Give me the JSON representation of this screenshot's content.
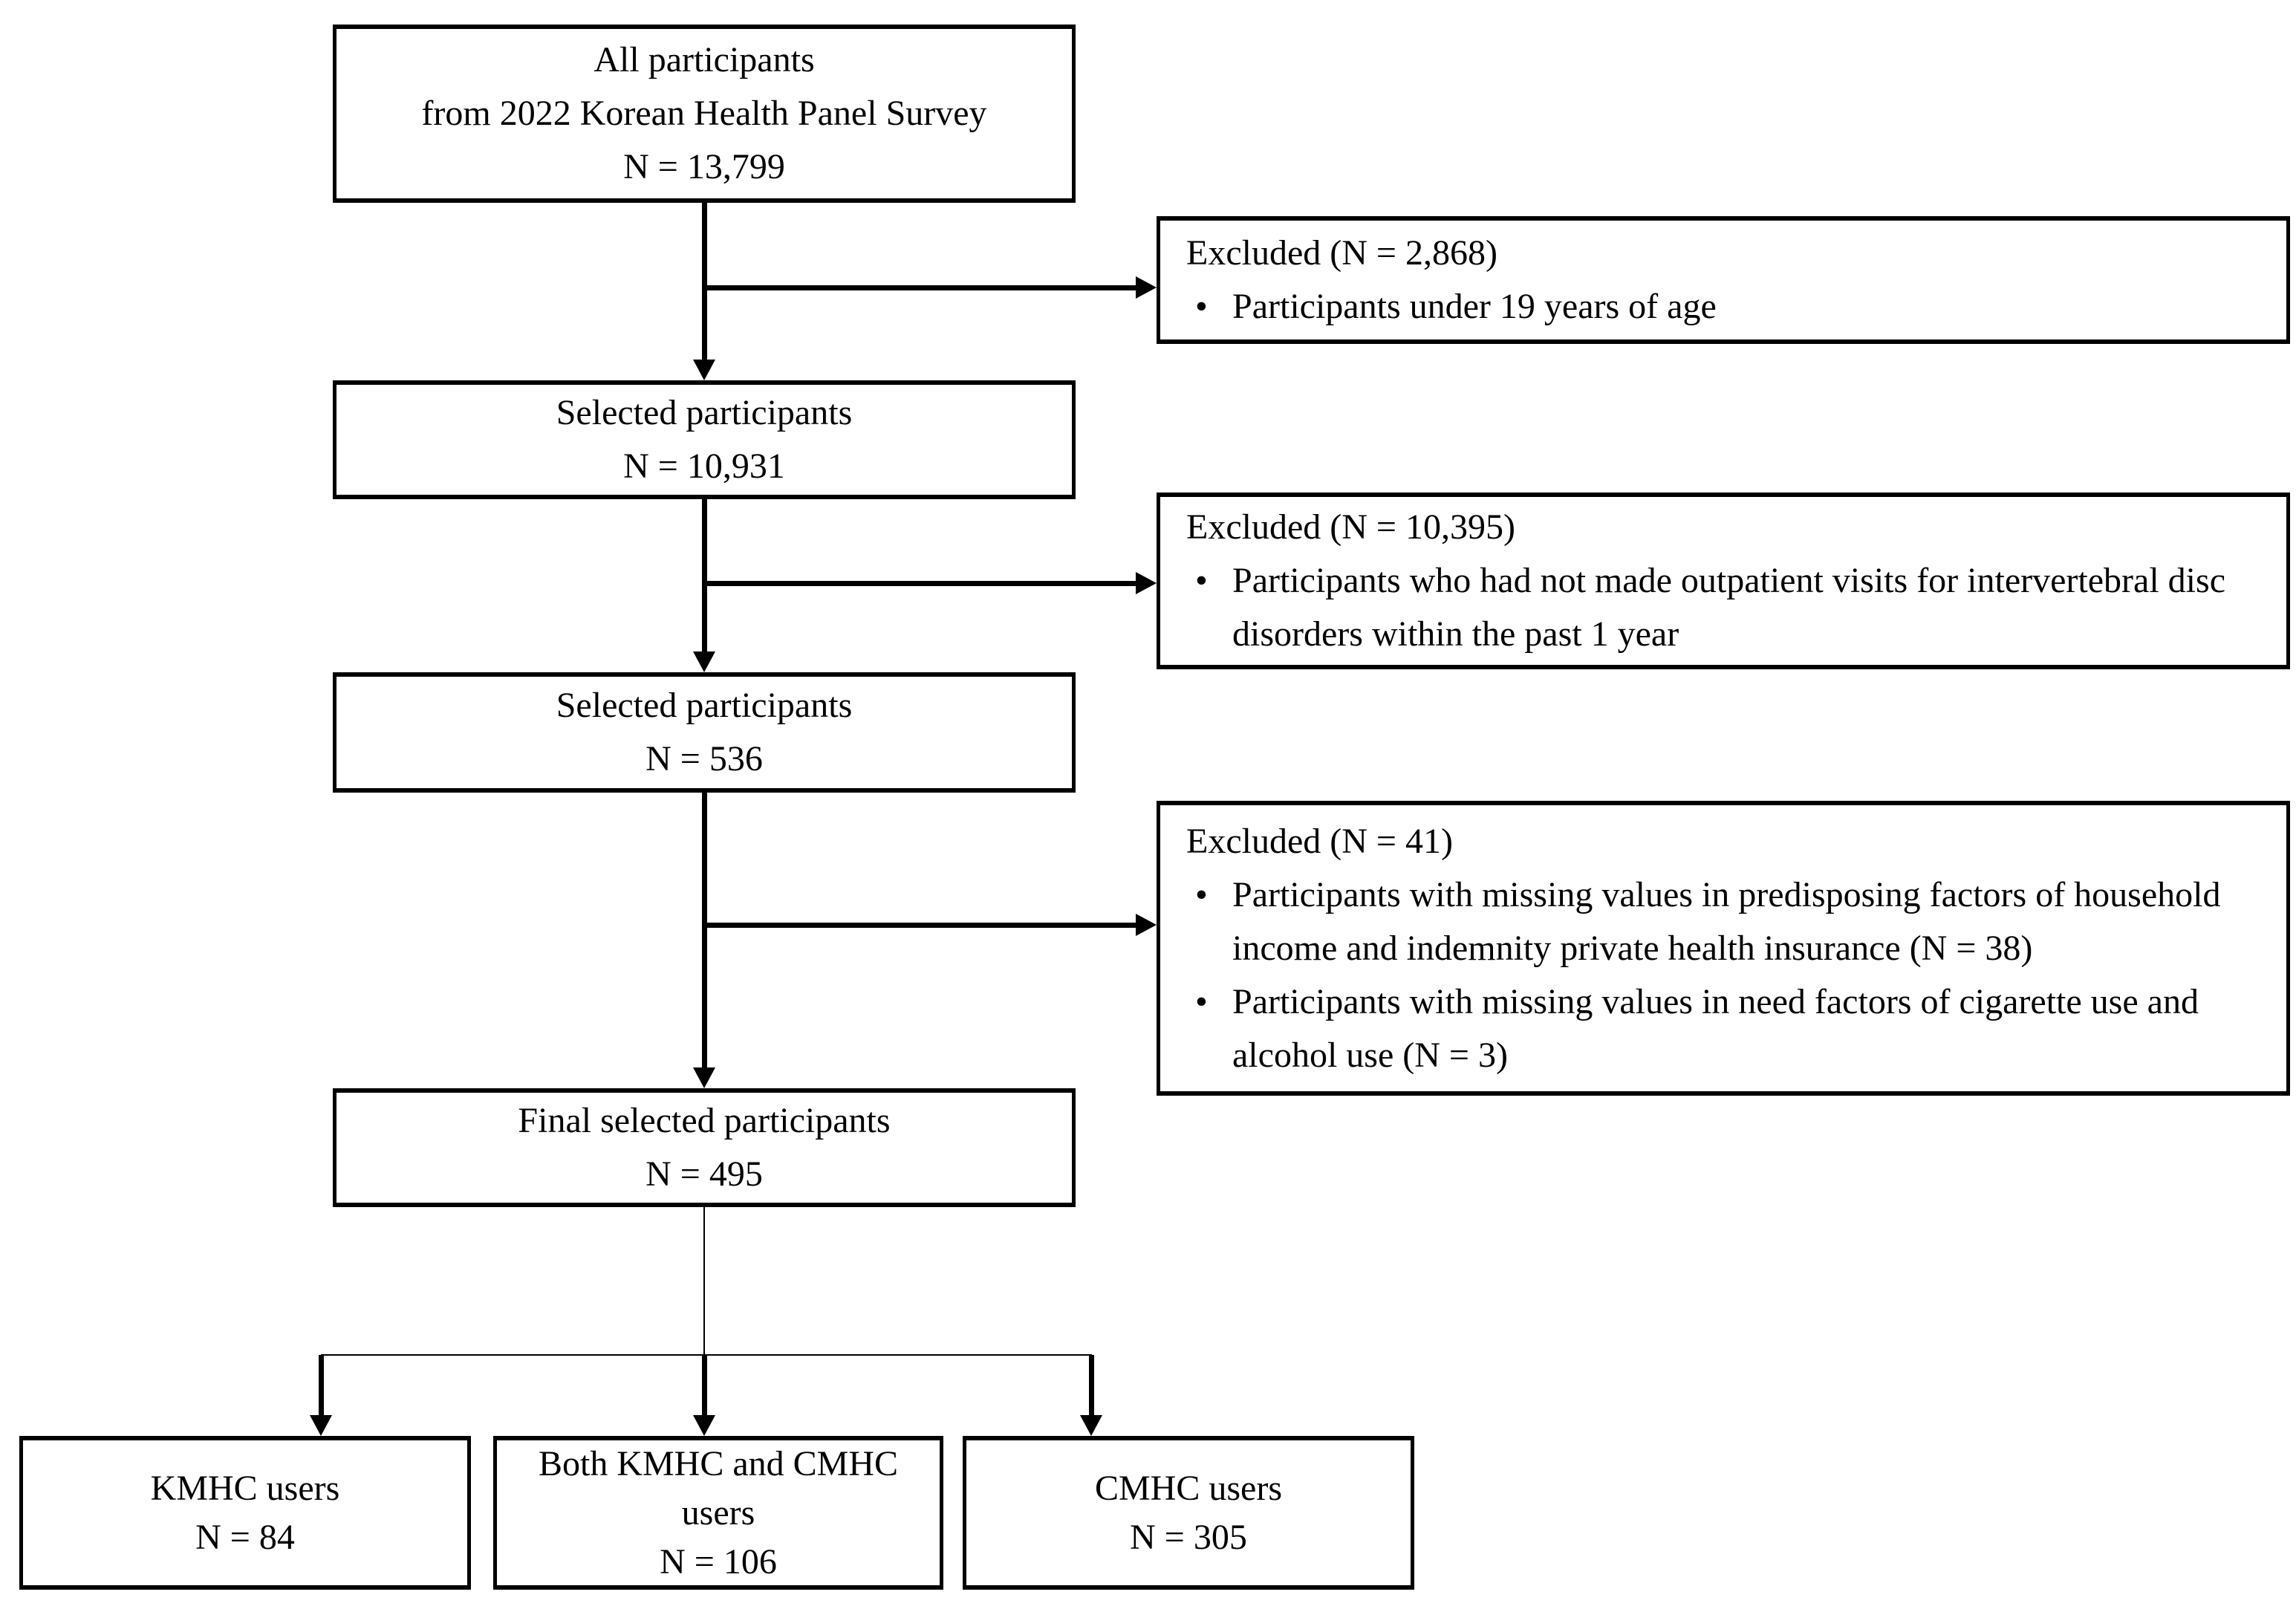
{
  "diagram": {
    "bullet_char": "•",
    "boxes": {
      "source": {
        "lines": [
          "All participants",
          "from 2022 Korean Health Panel Survey",
          "N = 13,799"
        ]
      },
      "selected1": {
        "lines": [
          "Selected participants",
          "N = 10,931"
        ]
      },
      "selected2": {
        "lines": [
          "Selected participants",
          "N = 536"
        ]
      },
      "final": {
        "lines": [
          "Final selected participants",
          "N = 495"
        ]
      },
      "excluded1": {
        "heading": "Excluded (N = 2,868)",
        "bullets": [
          {
            "lines": [
              "Participants under 19 years of age"
            ]
          }
        ]
      },
      "excluded2": {
        "heading": "Excluded (N = 10,395)",
        "bullets": [
          {
            "lines": [
              "Participants who had not made outpatient visits for intervertebral disc",
              "disorders within the past 1 year"
            ]
          }
        ]
      },
      "excluded3": {
        "heading": "Excluded (N = 41)",
        "bullets": [
          {
            "lines": [
              "Participants with missing values in predisposing factors of household",
              "income and indemnity private health insurance (N = 38)"
            ]
          },
          {
            "lines": [
              "Participants with missing values in need factors of cigarette use and",
              "alcohol use (N = 3)"
            ]
          }
        ]
      },
      "kmhc": {
        "lines": [
          "KMHC users",
          "N = 84"
        ]
      },
      "both": {
        "lines": [
          "Both KMHC and CMHC",
          "users",
          "N = 106"
        ]
      },
      "cmhc": {
        "lines": [
          "CMHC users",
          "N = 305"
        ]
      }
    }
  }
}
